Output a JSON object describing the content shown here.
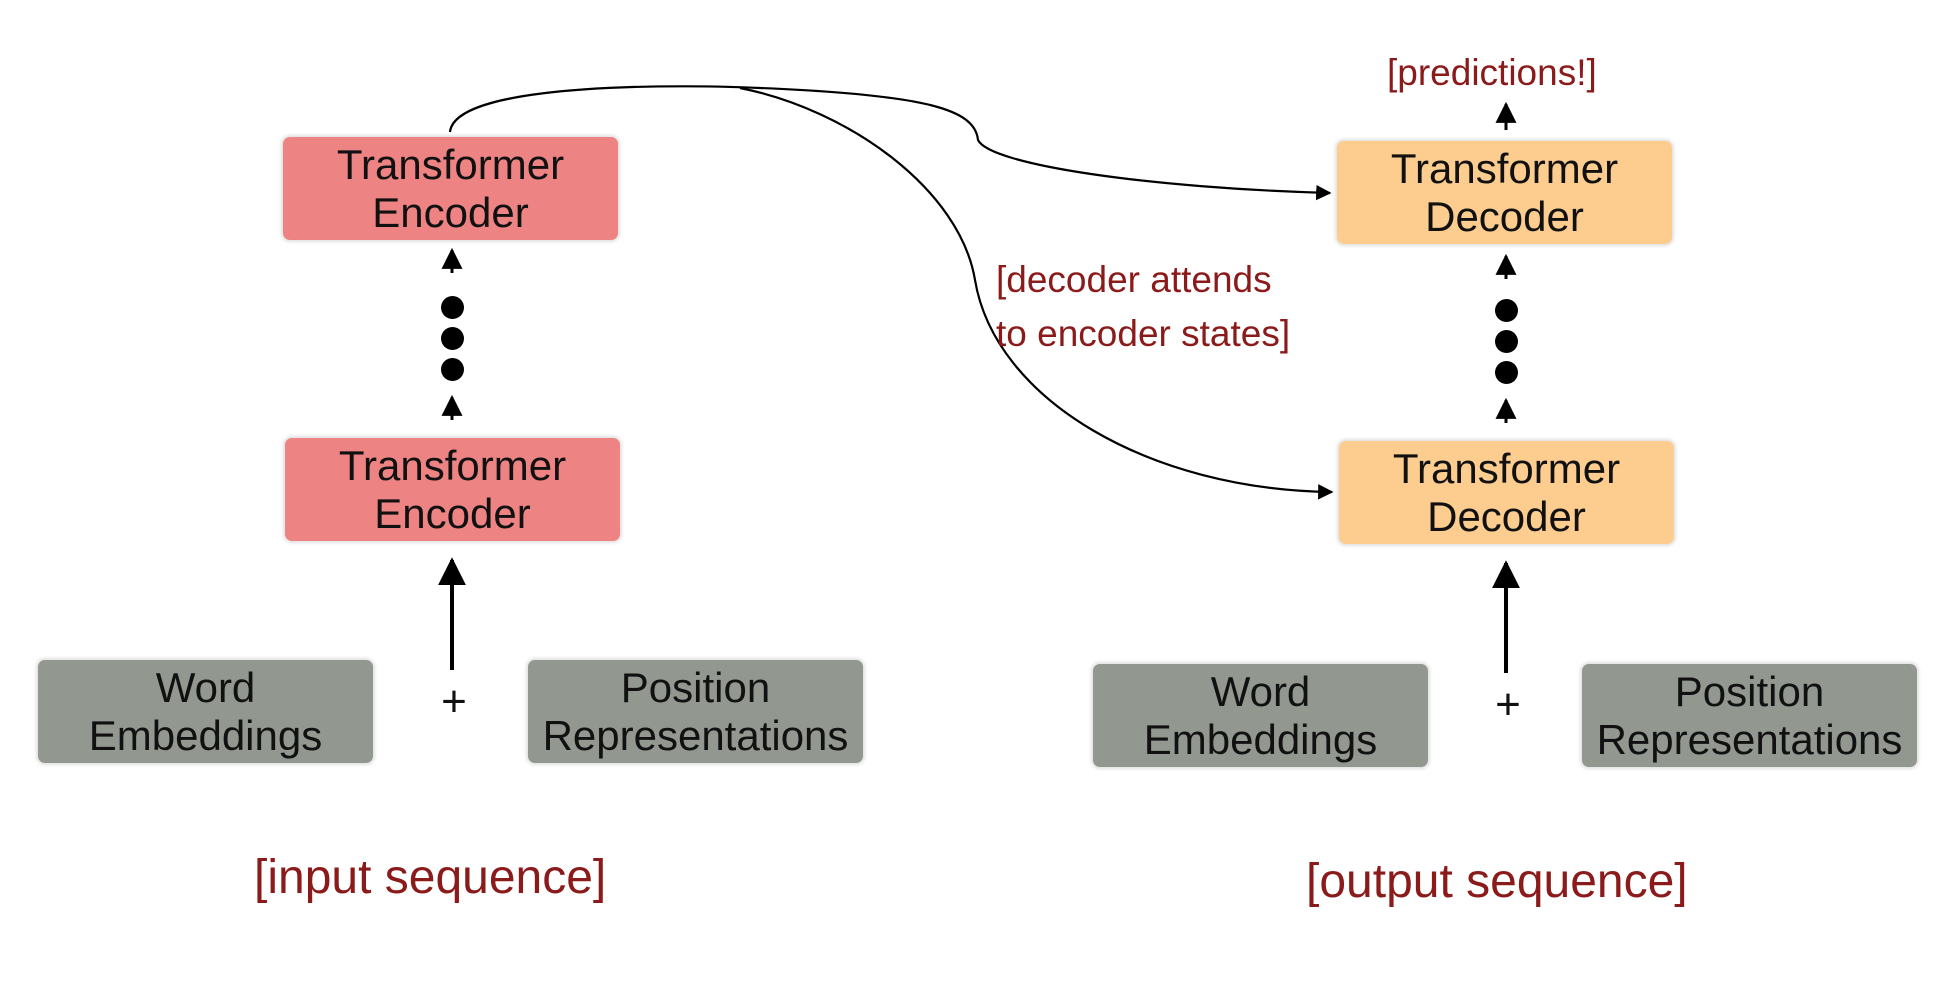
{
  "encoder_column": {
    "top_block": {
      "line1": "Transformer",
      "line2": "Encoder"
    },
    "bottom_block": {
      "line1": "Transformer",
      "line2": "Encoder"
    },
    "word_embeddings": {
      "line1": "Word",
      "line2": "Embeddings"
    },
    "position_representations": {
      "line1": "Position",
      "line2": "Representations"
    },
    "plus": "+",
    "caption": "[input sequence]"
  },
  "decoder_column": {
    "top_block": {
      "line1": "Transformer",
      "line2": "Decoder"
    },
    "bottom_block": {
      "line1": "Transformer",
      "line2": "Decoder"
    },
    "word_embeddings": {
      "line1": "Word",
      "line2": "Embeddings"
    },
    "position_representations": {
      "line1": "Position",
      "line2": "Representations"
    },
    "plus": "+",
    "caption": "[output sequence]",
    "predictions": "[predictions!]"
  },
  "cross_attention": {
    "line1": "[decoder attends",
    "line2": "to encoder states]"
  },
  "colors": {
    "encoder": "#ee8383",
    "decoder": "#fdcd8f",
    "embedding": "#929890",
    "caption": "#8b1a1a"
  }
}
